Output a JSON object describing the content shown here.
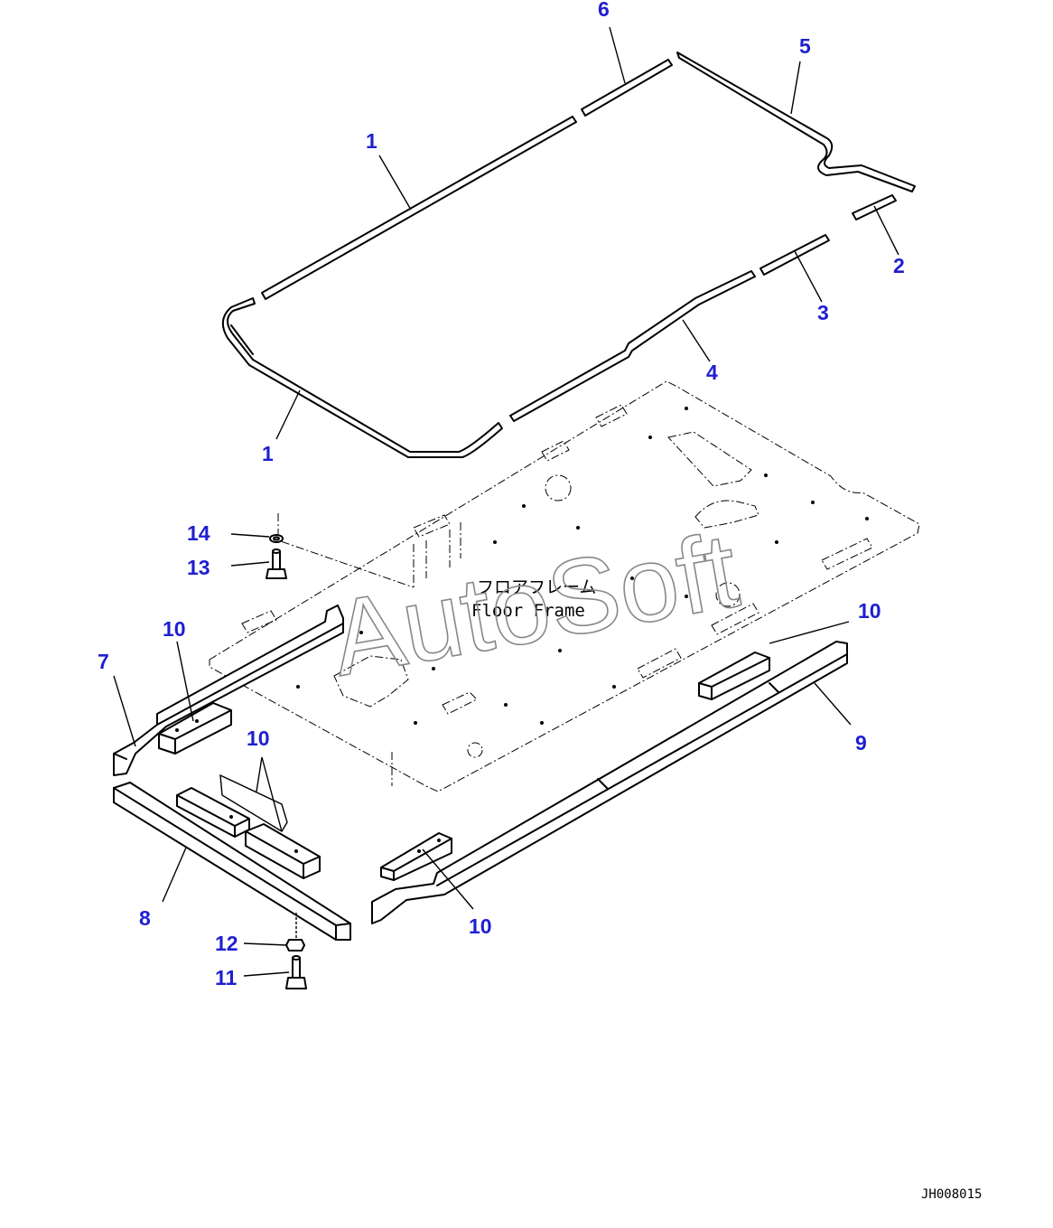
{
  "watermark": "AutoSoft",
  "frame_label_jp": "フロアフレーム",
  "frame_label_en": "Floor Frame",
  "drawing_code": "JH008015",
  "callouts": {
    "c1a": "1",
    "c1b": "1",
    "c2": "2",
    "c3": "3",
    "c4": "4",
    "c5": "5",
    "c6": "6",
    "c7": "7",
    "c8": "8",
    "c9": "9",
    "c10a": "10",
    "c10b": "10",
    "c10c": "10",
    "c10d": "10",
    "c11": "11",
    "c12": "12",
    "c13": "13",
    "c14": "14"
  },
  "colors": {
    "callout": "#1f1fd0",
    "line": "#000000",
    "watermark": "#888888"
  }
}
